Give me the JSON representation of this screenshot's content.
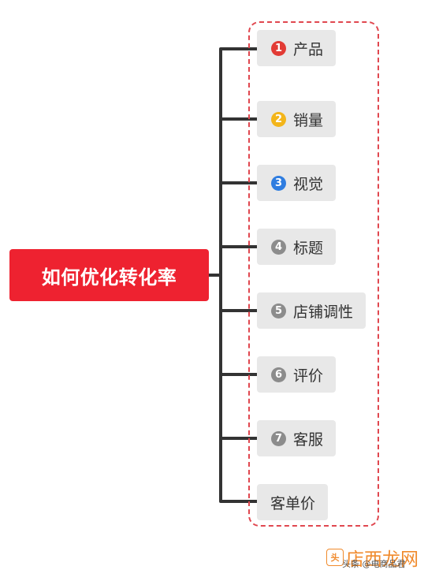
{
  "root": {
    "label": "如何优化转化率",
    "color": "#ee2230"
  },
  "branches": [
    {
      "number": "1",
      "label": "产品",
      "badge_color": "#e23b35"
    },
    {
      "number": "2",
      "label": "销量",
      "badge_color": "#f3b51a"
    },
    {
      "number": "3",
      "label": "视觉",
      "badge_color": "#2f7de0"
    },
    {
      "number": "4",
      "label": "标题",
      "badge_color": "#8c8c8c"
    },
    {
      "number": "5",
      "label": "店铺调性",
      "badge_color": "#8c8c8c"
    },
    {
      "number": "6",
      "label": "评价",
      "badge_color": "#8c8c8c"
    },
    {
      "number": "7",
      "label": "客服",
      "badge_color": "#8c8c8c"
    },
    {
      "number": "",
      "label": "客单价",
      "badge_color": ""
    }
  ],
  "colors": {
    "connector": "#333333",
    "node_background": "#e8e8e8",
    "dashed_border": "#e0474f"
  },
  "watermark": {
    "brand": "店西龙网",
    "sub": "头条 @电商品君"
  }
}
